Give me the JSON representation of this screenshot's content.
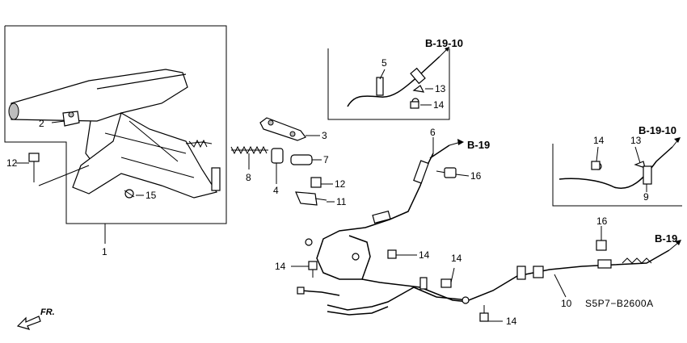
{
  "callouts": {
    "p1": "1",
    "p2": "2",
    "p3": "3",
    "p4": "4",
    "p5": "5",
    "p6": "6",
    "p7": "7",
    "p8": "8",
    "p9": "9",
    "p10": "10",
    "p11": "11",
    "p12a": "12",
    "p12b": "12",
    "p13a": "13",
    "p13b": "13",
    "p14a": "14",
    "p14b": "14",
    "p14c": "14",
    "p14d": "14",
    "p14e": "14",
    "p14f": "14",
    "p15": "15",
    "p16a": "16",
    "p16b": "16"
  },
  "refs": {
    "b1910_top": "B-19-10",
    "b19_mid": "B-19",
    "b1910_right": "B-19-10",
    "b19_bottom": "B-19"
  },
  "diagram_code": "S5P7−B2600A",
  "direction": "FR."
}
